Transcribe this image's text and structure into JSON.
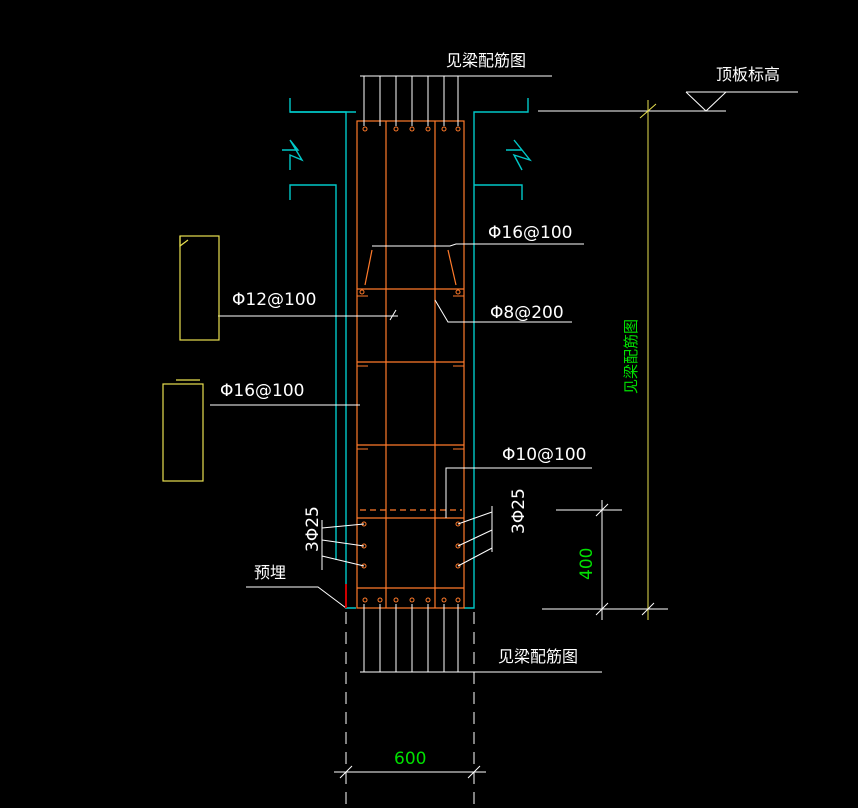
{
  "labels": {
    "beam_top": "见梁配筋图",
    "beam_bottom": "见梁配筋图",
    "beam_side": "见梁配筋图",
    "slab_level": "顶板标高",
    "rebar_phi16_top": "Φ16@100",
    "rebar_phi8": "Φ8@200",
    "rebar_phi12": "Φ12@100",
    "rebar_phi16_left": "Φ16@100",
    "rebar_phi10": "Φ10@100",
    "bars_left": "3Φ25",
    "bars_right": "3Φ25",
    "embedded": "预埋",
    "dim_400": "400",
    "dim_600": "600"
  },
  "colors": {
    "background": "#000000",
    "concrete_outline": "#00c8c8",
    "rebar": "#ff7a2a",
    "frame": "#e8e050",
    "dimension_text": "#00e000",
    "leader": "#ffffff",
    "embedded_mark": "#d00000"
  }
}
